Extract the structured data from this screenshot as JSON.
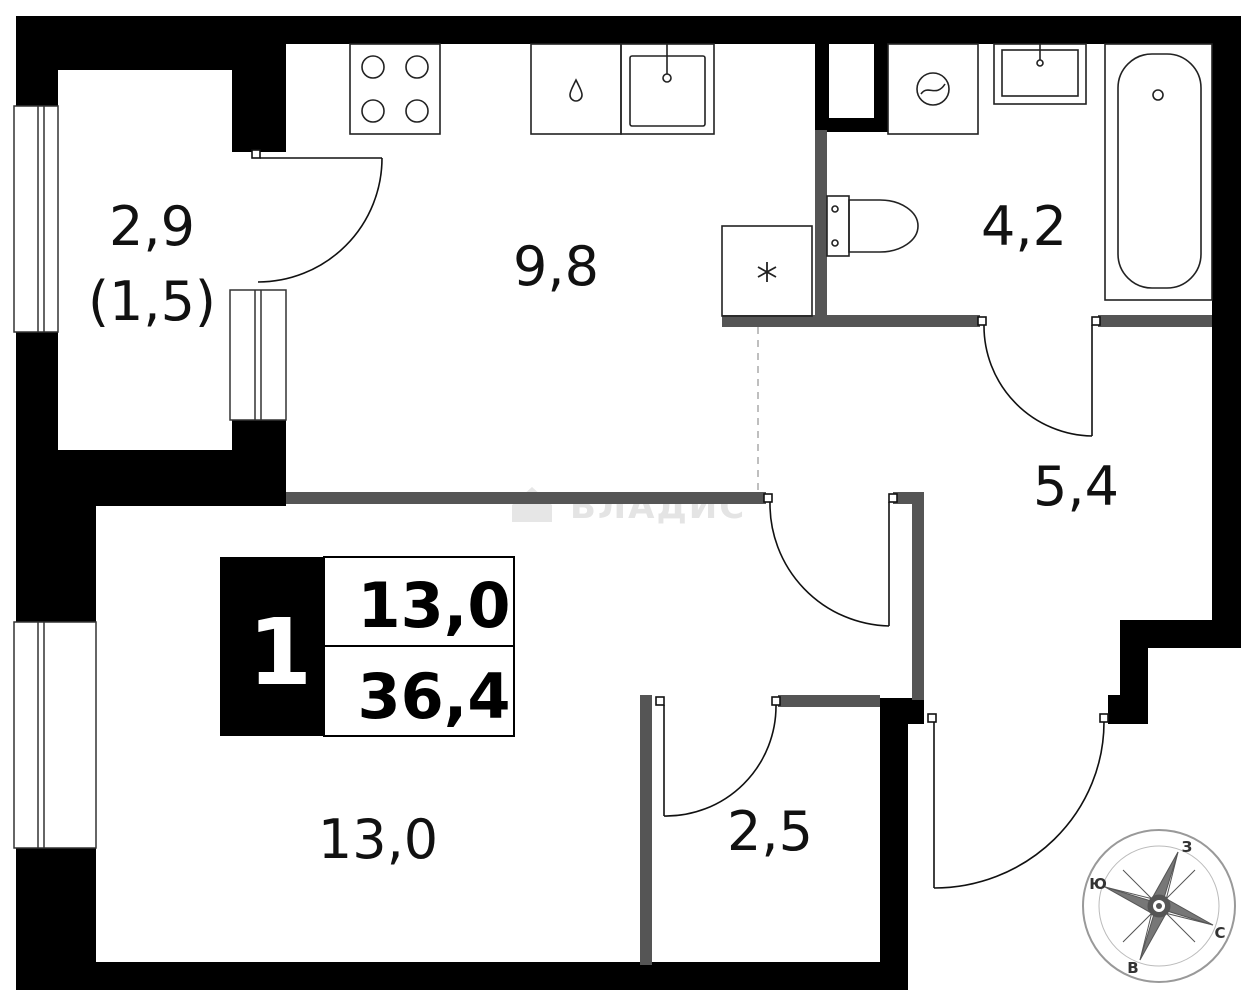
{
  "rooms": {
    "loggia_area": "2,9",
    "loggia_area_reduced": "(1,5)",
    "kitchen_area": "9,8",
    "bathroom_area": "4,2",
    "hallway_area": "5,4",
    "living_room_area": "13,0",
    "storage_area": "2,5"
  },
  "summary": {
    "room_count": "1",
    "living_area": "13,0",
    "total_area": "36,4"
  },
  "watermark": "ВЛАДИС",
  "compass": {
    "north": "З",
    "south": "В",
    "east": "С",
    "west": "Ю"
  },
  "colors": {
    "exterior_wall": "#000000",
    "interior_wall": "#555555",
    "fixture_stroke": "#222222"
  }
}
